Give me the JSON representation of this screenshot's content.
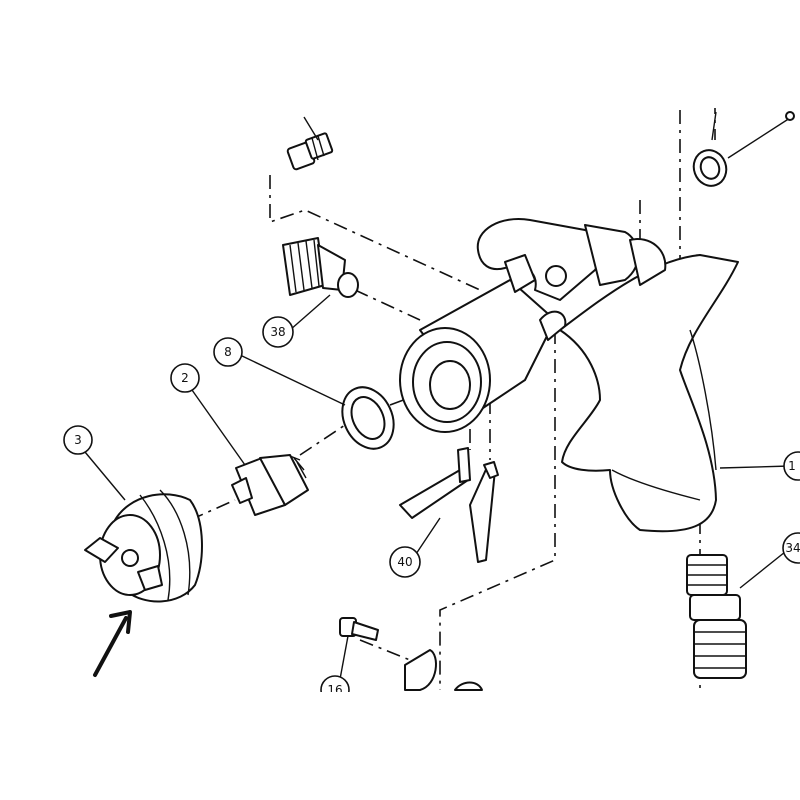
{
  "diagram": {
    "callouts": [
      {
        "id": "c3",
        "label": "3"
      },
      {
        "id": "c2",
        "label": "2"
      },
      {
        "id": "c8",
        "label": "8"
      },
      {
        "id": "c38",
        "label": "38"
      },
      {
        "id": "c40",
        "label": "40"
      },
      {
        "id": "c16",
        "label": "16"
      },
      {
        "id": "c1",
        "label": "1"
      },
      {
        "id": "c34",
        "label": "34"
      }
    ],
    "colors": {
      "ink": "#111111",
      "paper": "#ffffff"
    },
    "icons": [
      "arrow-pointer-icon"
    ]
  }
}
